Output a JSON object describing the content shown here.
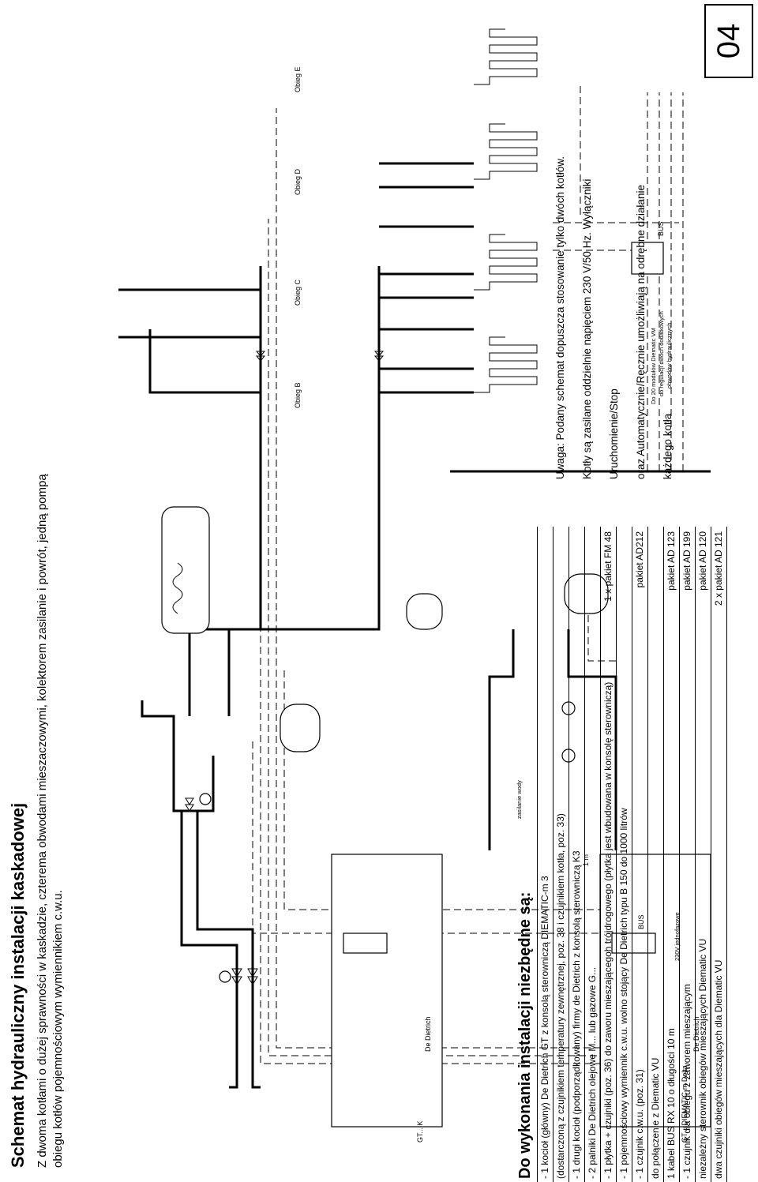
{
  "page": {
    "title": "Schemat hydrauliczny instalacji kaskadowej",
    "subtitle": "Z dwoma kotłami o dużej sprawności w kaskadzie, czterema obwodami mieszaczowymi, kolektorem zasilanie i powrót, jedną pompą obiegu kotłów pojemnościowym wymiennikiem c.w.u.",
    "page_number": "04"
  },
  "labels": {
    "boiler": "De Dietrich",
    "boiler_series": "GT... DIEMATIC-m Delta",
    "boiler_series_2": "GT... K",
    "power": "230V jednofazowe",
    "bus": "BUS",
    "one_m": "1 m",
    "water_supply": "zasilanie wody",
    "module_note": [
      "Do 20 modułów Diematic VM",
      "do regulacji dwóch dodatkowych",
      "obwodów hydraulicznych"
    ],
    "circuits": [
      "Obieg B",
      "Obieg C",
      "Obieg D",
      "Obieg E"
    ]
  },
  "requirements": {
    "heading": "Do wykonania instalacji niezbędne są:",
    "rows": [
      {
        "text": "- 1 kocioł (główny) De Dietrich GT z konsolą sterowniczą DIEMATIC-m 3",
        "pack": ""
      },
      {
        "text": "(dostarczoną z czujnikiem temperatury zewnętrznej, poz. 38 i czujnikiem kotła, poz. 33)",
        "pack": ""
      },
      {
        "text": "- 1 drugi kocioł (podporządkowany) firmy de Dietrich z konsolą sterowniczą K3",
        "pack": ""
      },
      {
        "text": "- 2 palniki De Dietrich olejowe M... lub gazowe G...",
        "pack": ""
      },
      {
        "text": "- 1 płytka + czujniki (poz. 36) do zaworu mieszającegoh trójdrogowego (płytka jest wbudowana w konsolę sterowniczą)",
        "pack": "1 x pakiet FM 48"
      },
      {
        "text": "- 1 pojemnościowy wymiennik c.w.u. wolno stojący De Dietrich typu B 150 do 1000 litrów",
        "pack": ""
      },
      {
        "text": "- 1 czujnik c.w.u. (poz. 31)",
        "pack": "pakiet AD212"
      },
      {
        "text": "do połączenie z Diematic VU",
        "pack": ""
      },
      {
        "text": "1 kabel BUS RX 10 o długości 10 m",
        "pack": "pakiet AD 123"
      },
      {
        "text": "- 1 czujnik dla obiegu z zaworem mieszającym",
        "pack": "pakiet AD 199"
      },
      {
        "text": "niezależny sterownik obiegów mieszających Diematic VU",
        "pack": "pakiet AD 120"
      },
      {
        "text": "dwa czujniki obiegów mieszających dla Diematic VU",
        "pack": "2 x pakiet AD 121"
      }
    ]
  },
  "note": {
    "p1": "Uwaga: Podany schemat dopuszcza stosowanie tylko dwóch kotłów.",
    "p2": "Kotły są zasilane oddzielnie napięciem 230 V/50 Hz. Wyłączniki",
    "p3": "Uruchomienie/Stop",
    "p4": "oraz Automatycznie/Ręcznie umożliwiają na odrębne działanie",
    "p5": "każdego kotła"
  }
}
